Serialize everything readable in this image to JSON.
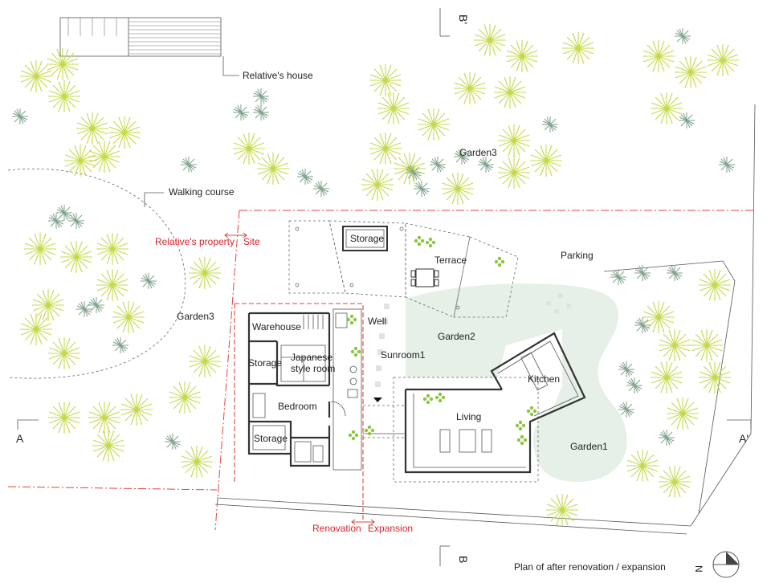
{
  "labels": {
    "relatives_house": "Relative's house",
    "garden3_top": "Garden3",
    "walking_course": "Walking course",
    "relatives_property": "Relative's property",
    "site": "Site",
    "storage_terrace": "Storage",
    "terrace": "Terrace",
    "parking": "Parking",
    "garden3_left": "Garden3",
    "warehouse": "Warehouse",
    "well": "Well",
    "garden2": "Garden2",
    "japanese_room_line1": "Japanese",
    "japanese_room_line2": "style room",
    "storage_mid": "Storage",
    "sunroom": "Sunroom1",
    "kitchen": "Kitchen",
    "bedroom": "Bedroom",
    "living": "Living",
    "storage_low": "Storage",
    "garden1": "Garden1",
    "section_a": "A",
    "section_a_prime": "A'",
    "section_b_top": "B'",
    "section_b_bottom": "B",
    "renovation": "Renovation",
    "expansion": "Expansion",
    "plan_title": "Plan of after renovation /  expansion",
    "north": "N"
  },
  "colors": {
    "tree_light": "#c6d84a",
    "tree_dark": "#7fa08a",
    "garden_fill": "#e6f0e6",
    "red": "#d9232d",
    "wall": "#333333"
  }
}
